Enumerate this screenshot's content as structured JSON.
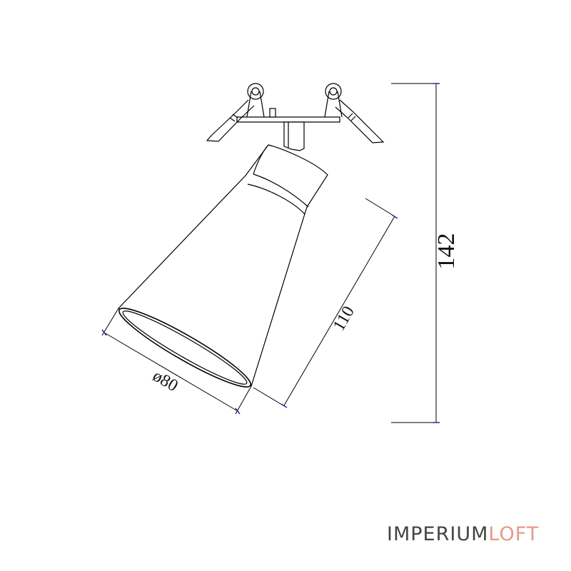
{
  "dimensions": {
    "height": "142",
    "shade_length": "110",
    "diameter": "ø80"
  },
  "logo": {
    "part1": "IMPERIUM",
    "part2": "LOFT"
  },
  "colors": {
    "line": "#000000",
    "dimension_line": "#000000",
    "dimension_tick": "#2a2a9a",
    "logo_dark": "#444444",
    "logo_accent": "#e8998a"
  }
}
